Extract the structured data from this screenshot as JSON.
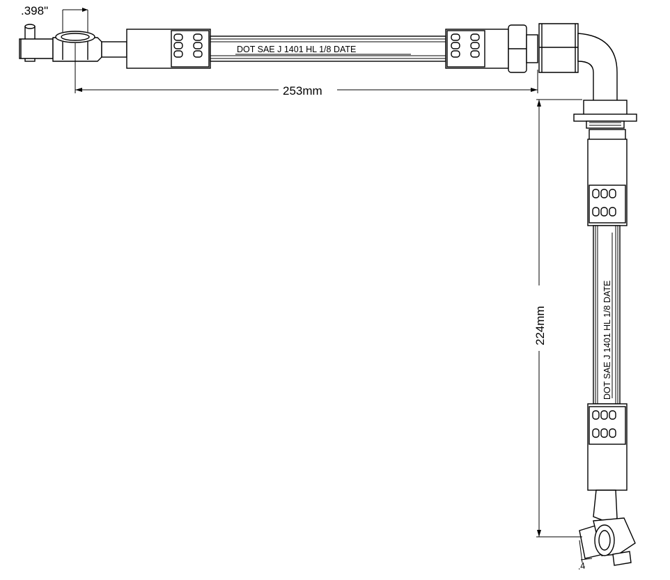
{
  "drawing": {
    "dimensions": {
      "fitting_width": ".398\"",
      "horizontal_length": "253mm",
      "vertical_length": "224mm",
      "bottom_partial": ".4"
    },
    "hose_marking_top": "DOT SAE J 1401 HL 1/8 DATE",
    "hose_marking_vertical": "DOT SAE J 1401 HL 1/8 DATE"
  }
}
